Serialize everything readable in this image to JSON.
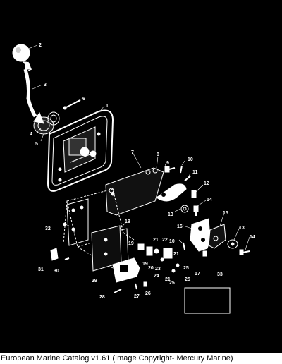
{
  "diagram": {
    "background": "#000000",
    "line_color": "#ffffff",
    "part_numbers": {
      "p1": "1",
      "p2": "2",
      "p3": "3",
      "p4": "4",
      "p5": "5",
      "p6": "6",
      "p7": "7",
      "p8": "8",
      "p9": "9",
      "p10a": "10",
      "p10b": "10",
      "p11": "11",
      "p12": "12",
      "p13a": "13",
      "p13b": "13",
      "p14a": "14",
      "p14b": "14",
      "p15": "15",
      "p16": "16",
      "p17": "17",
      "p18": "18",
      "p19a": "19",
      "p19b": "19",
      "p20": "20",
      "p21a": "21",
      "p21b": "21",
      "p21c": "21",
      "p22": "22",
      "p23": "23",
      "p24": "24",
      "p25a": "25",
      "p25b": "25",
      "p26": "26",
      "p27": "27",
      "p28": "28",
      "p29": "29",
      "p30": "30",
      "p31": "31",
      "p32": "32",
      "p33": "33"
    }
  },
  "caption": "European Marine Catalog v1.61 (Image Copyright- Mercury Marine)"
}
